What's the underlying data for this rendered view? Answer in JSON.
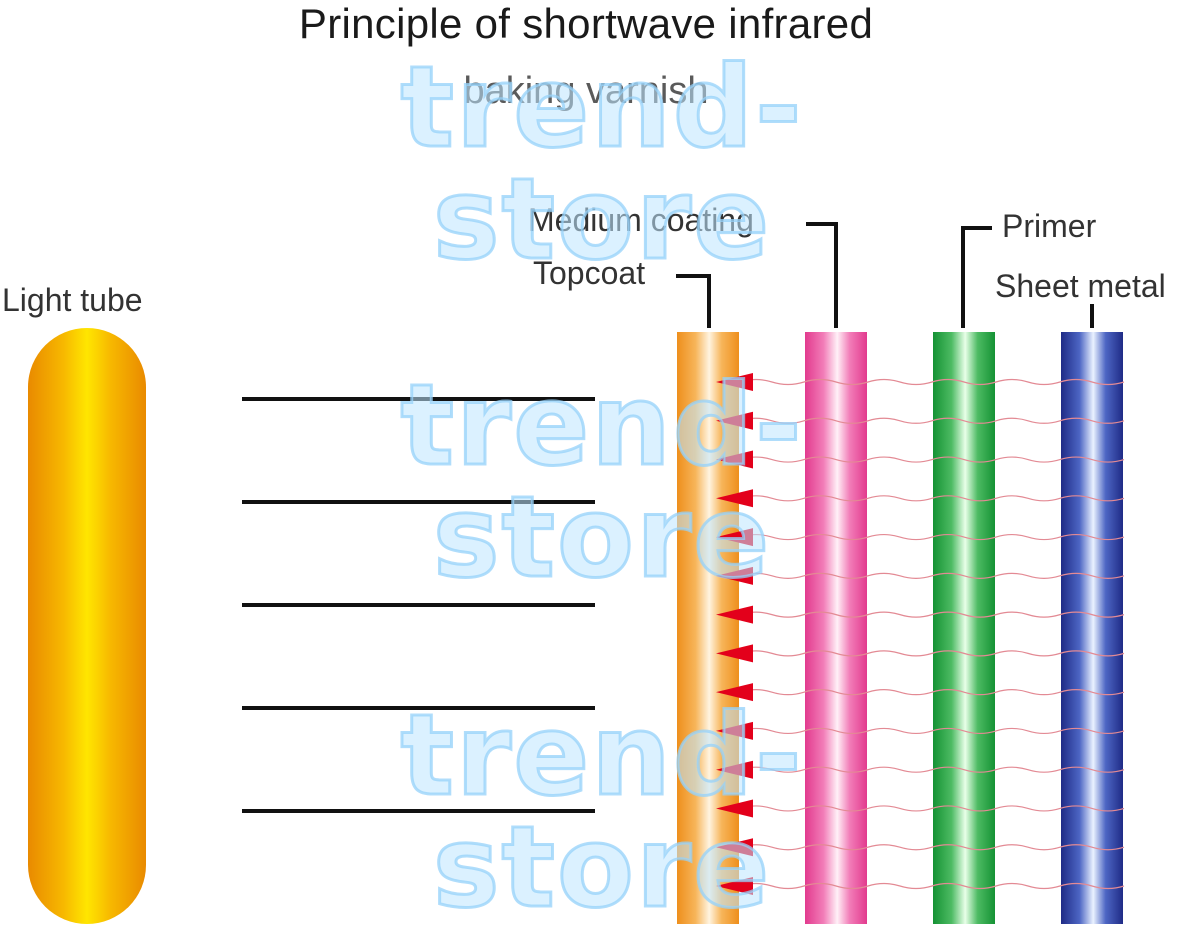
{
  "title": "Principle of shortwave infrared",
  "subtitle": "baking varnish",
  "labels": {
    "light_tube": "Light tube",
    "medium_coating": "Medium coating",
    "topcoat": "Topcoat",
    "primer": "Primer",
    "sheet_metal": "Sheet metal"
  },
  "watermark": "trend-store",
  "colors": {
    "light_tube": "#f7b800",
    "topcoat": "#f2a33a",
    "medium_coating": "#e8469a",
    "primer": "#1e9a3c",
    "sheet_metal": "#26338c",
    "arrow": "#e3001b",
    "wave": "#e38a94",
    "ray": "#111111"
  },
  "diagram": {
    "ray_count": 5,
    "arrow_count": 14
  }
}
